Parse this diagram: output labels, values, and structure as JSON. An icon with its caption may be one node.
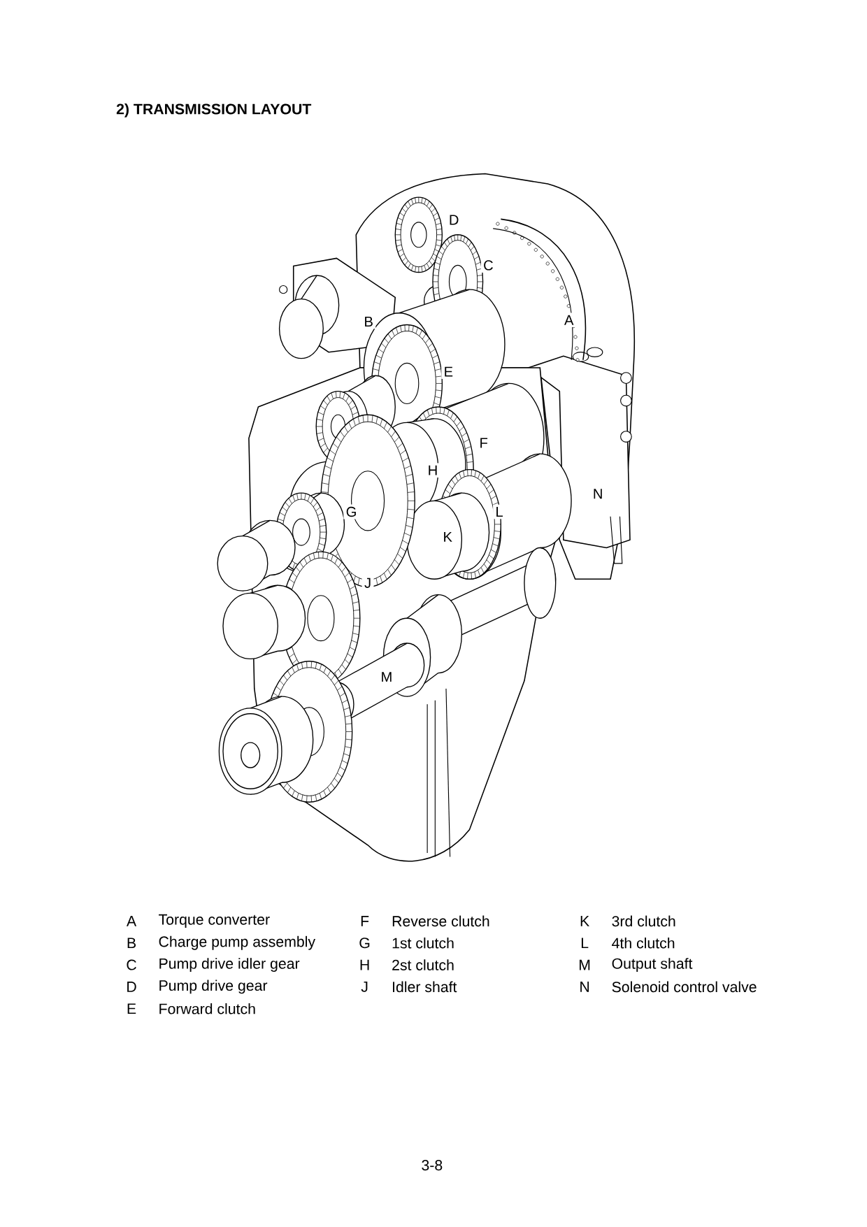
{
  "diagram": {
    "title": "2)  TRANSMISSION LAYOUT",
    "labels": [
      "D",
      "C",
      "B",
      "A",
      "E",
      "F",
      "H",
      "N",
      "G",
      "L",
      "K",
      "J",
      "M",
      "A",
      "Torque converter",
      "F",
      "Reverse clutch",
      "K",
      "3rd clutch",
      "B",
      "Charge pump assembly",
      "G",
      "1st clutch",
      "L",
      "4th clutch",
      "C",
      "Pump drive idler gear",
      "H",
      "2st clutch",
      "M",
      "Output shaft",
      "D",
      "Pump drive gear",
      "J",
      "Idler shaft",
      "N",
      "Solenoid control valve",
      "E",
      "Forward clutch",
      "3-8"
    ]
  }
}
